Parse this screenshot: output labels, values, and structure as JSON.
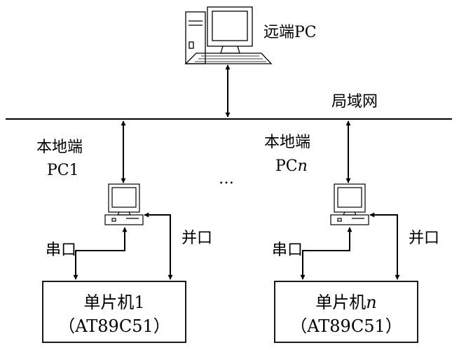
{
  "remote_pc": {
    "label": "远端PC"
  },
  "lan": {
    "label": "局域网"
  },
  "local_pc_1": {
    "label_line1": "本地端",
    "label_line2": "PC1"
  },
  "local_pc_n": {
    "label_line1": "本地端",
    "label_line2_prefix": "PC",
    "label_line2_italic": "n"
  },
  "ellipsis": "…",
  "left_links": {
    "serial": "串口",
    "parallel": "并口"
  },
  "right_links": {
    "serial": "串口",
    "parallel": "并口"
  },
  "mcu_1": {
    "name_prefix": "单片机",
    "name_suffix": "1",
    "model": "（AT89C51）"
  },
  "mcu_n": {
    "name_prefix": "单片机",
    "name_italic": "n",
    "model": "（AT89C51）"
  }
}
